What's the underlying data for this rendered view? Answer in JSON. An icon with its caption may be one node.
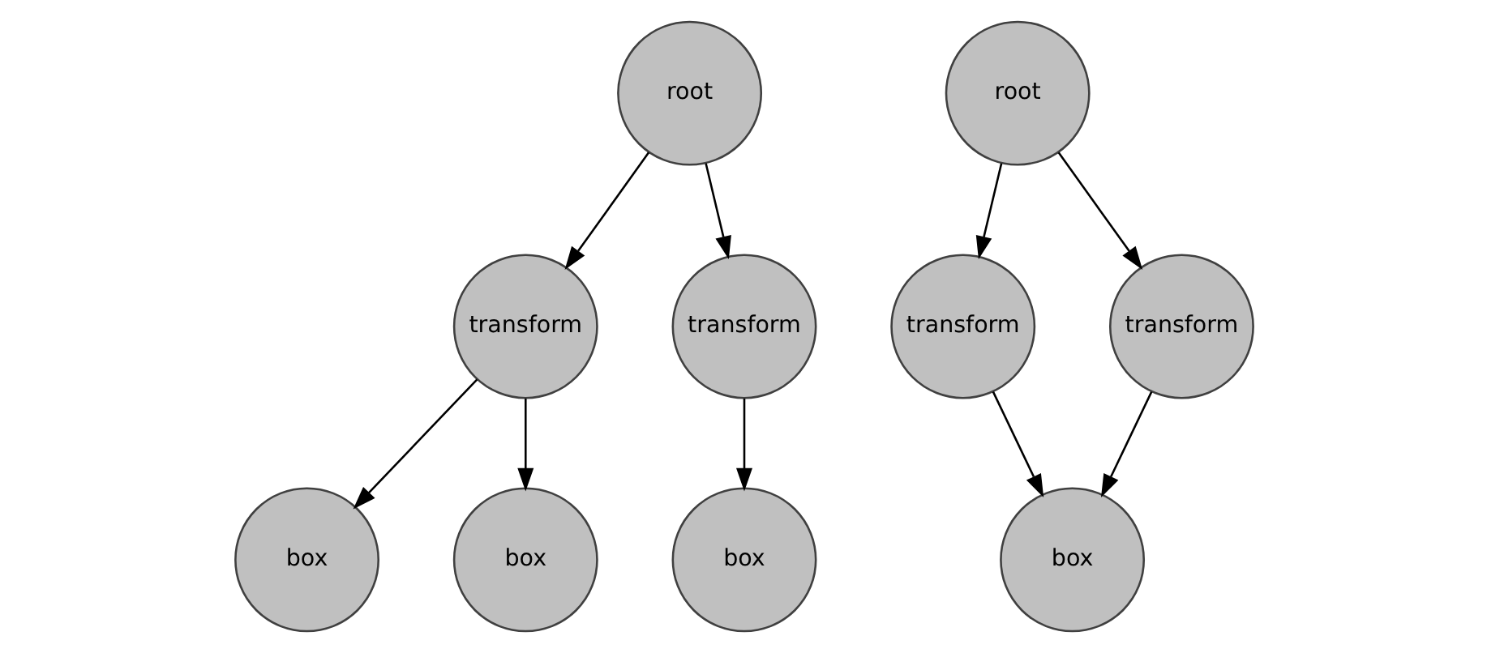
{
  "diagram": {
    "nodes": [
      {
        "text": [
          "root"
        ]
      },
      {
        "text": [
          "transform"
        ]
      },
      {
        "text": [
          "transform"
        ]
      },
      {
        "text": [
          "box"
        ]
      },
      {
        "text": [
          "box"
        ]
      },
      {
        "text": [
          "box"
        ]
      },
      {
        "text": [
          "root"
        ]
      },
      {
        "text": [
          "transform"
        ]
      },
      {
        "text": [
          "transform"
        ]
      },
      {
        "text": [
          "box"
        ]
      }
    ],
    "edges": [
      {
        "from": 0,
        "to": 1,
        "arrow": "to"
      },
      {
        "from": 0,
        "to": 2,
        "arrow": "to"
      },
      {
        "from": 1,
        "to": 3,
        "arrow": "to"
      },
      {
        "from": 1,
        "to": 4,
        "arrow": "to"
      },
      {
        "from": 2,
        "to": 5,
        "arrow": "to"
      },
      {
        "from": 6,
        "to": 7,
        "arrow": "to"
      },
      {
        "from": 6,
        "to": 8,
        "arrow": "to"
      },
      {
        "from": 7,
        "to": 9,
        "arrow": "to"
      },
      {
        "from": 8,
        "to": 9,
        "arrow": "to"
      }
    ]
  }
}
